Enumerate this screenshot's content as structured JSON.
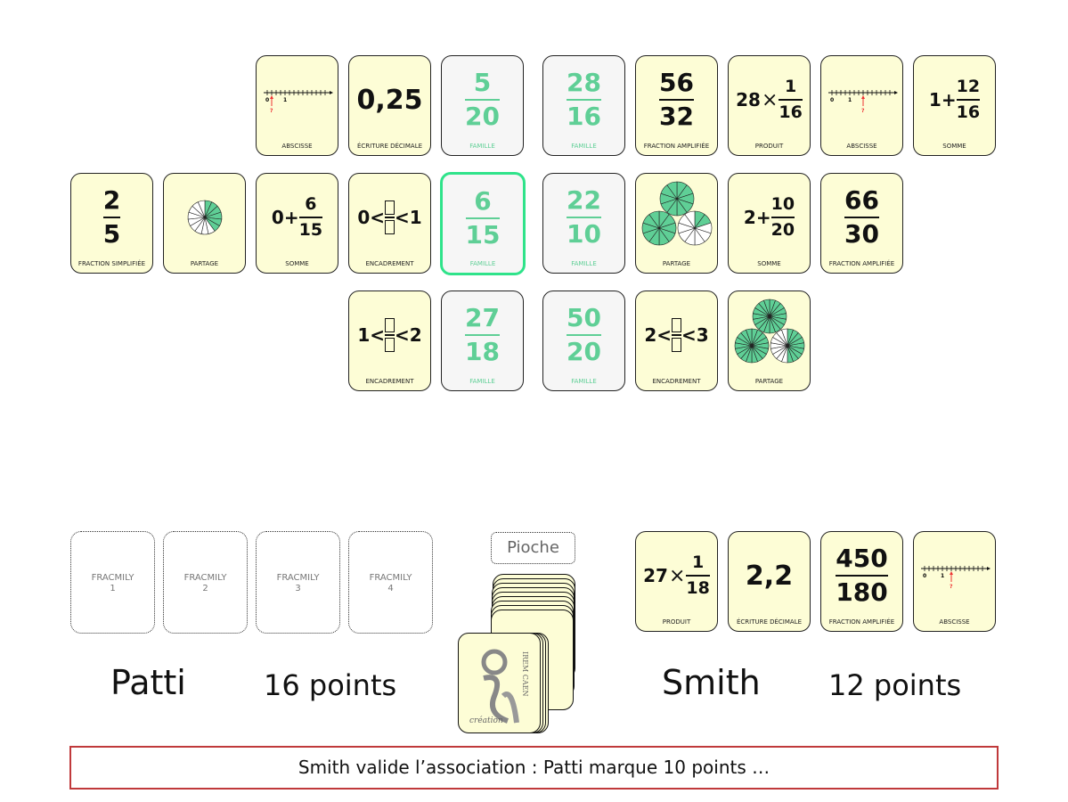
{
  "board": {
    "row1": [
      {
        "kind": "abscissa",
        "value": 0.25,
        "label": "ABSCISSE"
      },
      {
        "kind": "decimal",
        "text": "0,25",
        "label": "ÉCRITURE DÉCIMALE"
      },
      {
        "kind": "fraction",
        "num": "5",
        "den": "20",
        "label": "FAMILLE",
        "family": true
      },
      {
        "kind": "fraction",
        "num": "28",
        "den": "16",
        "label": "FAMILLE",
        "family": true
      },
      {
        "kind": "fraction",
        "num": "56",
        "den": "32",
        "label": "FRACTION AMPLIFIÉE"
      },
      {
        "kind": "product",
        "a": "28",
        "num": "1",
        "den": "16",
        "label": "PRODUIT"
      },
      {
        "kind": "abscissa",
        "value": 1.75,
        "label": "ABSCISSE"
      },
      {
        "kind": "sum",
        "whole": "1",
        "num": "12",
        "den": "16",
        "label": "SOMME"
      }
    ],
    "row2": [
      {
        "kind": "fraction",
        "num": "2",
        "den": "5",
        "label": "FRACTION SIMPLIFIÉE"
      },
      {
        "kind": "partage",
        "pies": [
          {
            "slices": 15,
            "filled": 6
          }
        ],
        "label": "PARTAGE"
      },
      {
        "kind": "sum",
        "whole": "0",
        "num": "6",
        "den": "15",
        "label": "SOMME"
      },
      {
        "kind": "bracket",
        "lo": "0",
        "hi": "1",
        "label": "ENCADREMENT"
      },
      {
        "kind": "fraction",
        "num": "6",
        "den": "15",
        "label": "FAMILLE",
        "family": true,
        "selected": true
      },
      {
        "kind": "fraction",
        "num": "22",
        "den": "10",
        "label": "FAMILLE",
        "family": true
      },
      {
        "kind": "partage",
        "pies": [
          {
            "slices": 10,
            "filled": 10
          },
          {
            "slices": 10,
            "filled": 10
          },
          {
            "slices": 10,
            "filled": 2
          }
        ],
        "label": "PARTAGE"
      },
      {
        "kind": "sum",
        "whole": "2",
        "num": "10",
        "den": "20",
        "label": "SOMME"
      },
      {
        "kind": "fraction",
        "num": "66",
        "den": "30",
        "label": "FRACTION AMPLIFIÉE"
      }
    ],
    "row3": [
      {
        "kind": "bracket",
        "lo": "1",
        "hi": "2",
        "label": "ENCADREMENT"
      },
      {
        "kind": "fraction",
        "num": "27",
        "den": "18",
        "label": "FAMILLE",
        "family": true
      },
      {
        "kind": "fraction",
        "num": "50",
        "den": "20",
        "label": "FAMILLE",
        "family": true
      },
      {
        "kind": "bracket",
        "lo": "2",
        "hi": "3",
        "label": "ENCADREMENT"
      },
      {
        "kind": "partage",
        "pies": [
          {
            "slices": 18,
            "filled": 18
          },
          {
            "slices": 18,
            "filled": 18
          },
          {
            "slices": 18,
            "filled": 9
          }
        ],
        "label": "PARTAGE"
      }
    ]
  },
  "player1": {
    "name": "Patti",
    "points": "16 points",
    "slots": [
      {
        "title": "FRACMILY",
        "num": "1"
      },
      {
        "title": "FRACMILY",
        "num": "2"
      },
      {
        "title": "FRACMILY",
        "num": "3"
      },
      {
        "title": "FRACMILY",
        "num": "4"
      }
    ]
  },
  "player2": {
    "name": "Smith",
    "points": "12 points",
    "hand": [
      {
        "kind": "product",
        "a": "27",
        "num": "1",
        "den": "18",
        "label": "PRODUIT"
      },
      {
        "kind": "decimal",
        "text": "2,2",
        "label": "ÉCRITURE DÉCIMALE"
      },
      {
        "kind": "fraction",
        "num": "450",
        "den": "180",
        "label": "FRACTION AMPLIFIÉE"
      },
      {
        "kind": "abscissa",
        "value": 1.5,
        "label": "ABSCISSE"
      }
    ]
  },
  "deck": {
    "label": "Pioche",
    "logo_text": [
      "IREM CAEN",
      "création"
    ]
  },
  "message": "Smith valide l’association : Patti marque 10 points …",
  "colors": {
    "green": "#5fcf96",
    "highlight": "#2fe38a",
    "alert": "#c0393b",
    "card": "#fdfdd6"
  }
}
